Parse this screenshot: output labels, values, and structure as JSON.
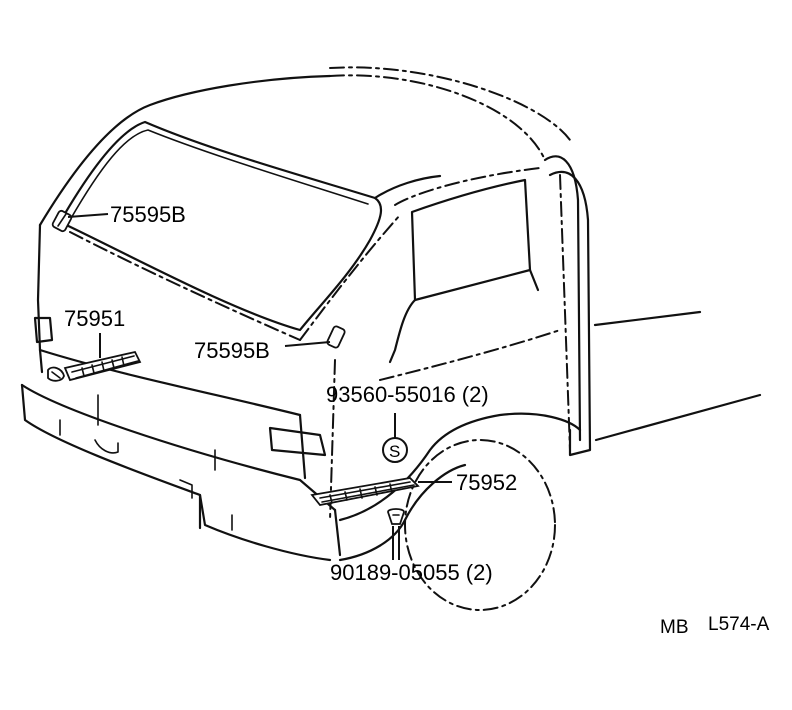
{
  "callouts": {
    "emblem_upper": "75595B",
    "front_garnish": "75951",
    "emblem_pillar": "75595B",
    "screw": "93560-55016 (2)",
    "screw_symbol": "S",
    "step_garnish": "75952",
    "clip": "90189-05055 (2)"
  },
  "ref": {
    "left": "MB",
    "right": "L574-A"
  }
}
